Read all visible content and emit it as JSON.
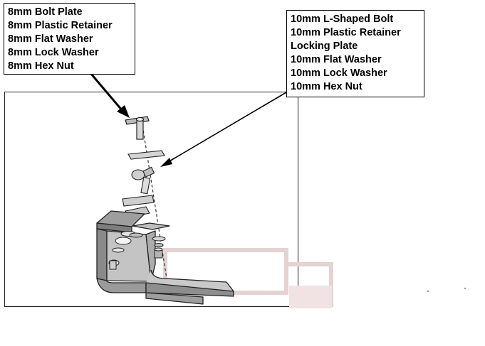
{
  "left_callout": {
    "lines": [
      "8mm Bolt Plate",
      "8mm Plastic Retainer",
      "8mm Flat Washer",
      "8mm Lock Washer",
      "8mm Hex Nut"
    ]
  },
  "right_callout": {
    "lines": [
      "10mm L-Shaped Bolt",
      "10mm Plastic Retainer",
      "Locking Plate",
      "10mm Flat Washer",
      "10mm Lock Washer",
      "10mm Hex Nut"
    ]
  },
  "colors": {
    "outline": "#222222",
    "part_fill": "#c9c9c9",
    "part_dark": "#8a8a8a",
    "watermark": "#e6d6d6"
  }
}
